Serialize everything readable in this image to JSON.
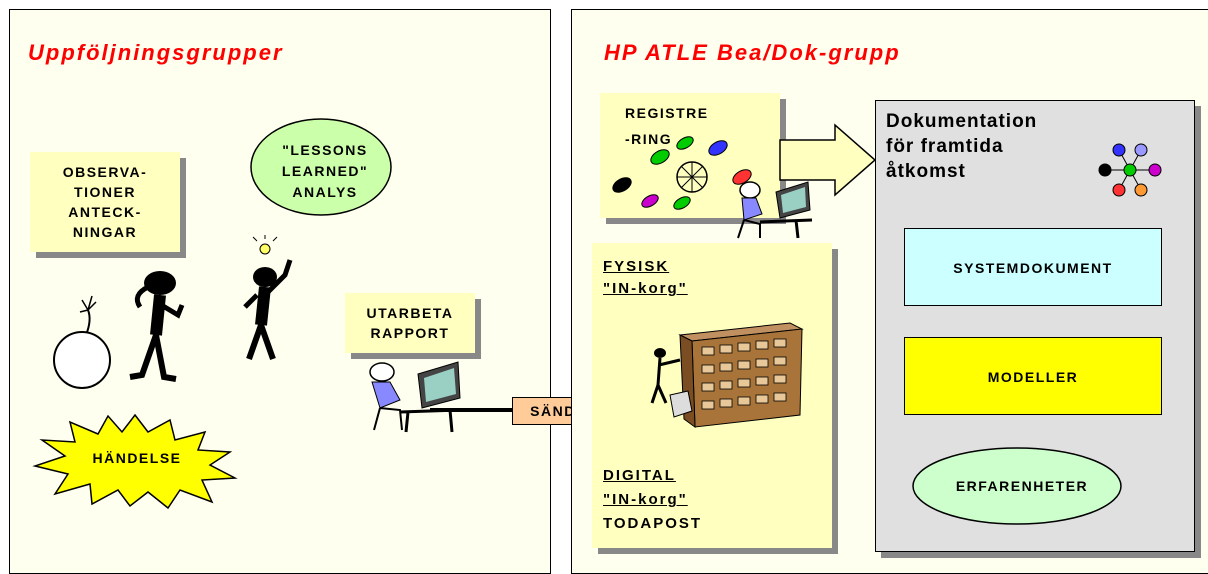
{
  "left_panel": {
    "title": "Uppföljningsgrupper",
    "observations": "OBSERVA-\nTIONER\nANTECK-\nNINGAR",
    "lessons": "\"LESSONS\nLEARNED\"\nANALYS",
    "event": "HÄNDELSE",
    "report": "UTARBETA\nRAPPORT"
  },
  "send_label": "SÄND",
  "right_panel": {
    "title": "HP ATLE Bea/Dok-grupp",
    "registration": "REGISTRE\n-RING",
    "inbox": {
      "physical_line1": "FYSISK",
      "physical_line2": "\"IN-korg\"",
      "digital_line1": "DIGITAL",
      "digital_line2": "\"IN-korg\"",
      "digital_line3": "TODAPOST"
    },
    "documentation": {
      "title": "Dokumentation\nför framtida\nåtkomst",
      "systemdokument": "SYSTEMDOKUMENT",
      "modeller": "MODELLER",
      "erfarenheter": "ERFARENHETER"
    }
  },
  "colors": {
    "title_red": "#ff0000",
    "panel_bg": "#fffff0",
    "note_yellow": "#ffffc0",
    "lessons_green": "#ccffaa",
    "explosion_yellow": "#ffff00",
    "send_box": "#ffcc99",
    "doc_gray": "#e0e0e0",
    "systemdokument_cyan": "#ccffff",
    "modeller_yellow": "#ffff00",
    "erfarenheter_green": "#ccffcc"
  }
}
